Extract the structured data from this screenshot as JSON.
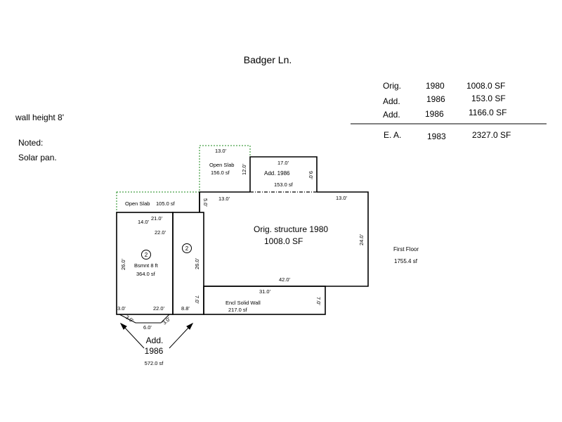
{
  "title": "Badger Ln.",
  "notes": {
    "wall_height": "wall height 8'",
    "noted": "Noted:",
    "solar": "Solar pan."
  },
  "summary": {
    "rows": [
      {
        "label": "Orig.",
        "year": "1980",
        "area": "1008.0 SF"
      },
      {
        "label": "Add.",
        "year": "1986",
        "area": "153.0 SF"
      },
      {
        "label": "Add.",
        "year": "1986",
        "area": "1166.0 SF"
      }
    ],
    "total": {
      "label": "E. A.",
      "year": "1983",
      "area": "2327.0 SF"
    }
  },
  "floor": {
    "name": "First Floor",
    "area": "1755.4 sf"
  },
  "areas": {
    "orig": {
      "label": "Orig. structure  1980",
      "area": "1008.0 SF",
      "dims": [
        "13.0'",
        "13.0'",
        "24.0'",
        "42.0'",
        "5.0'"
      ]
    },
    "add_top": {
      "label": "Add.  1986",
      "area": "153.0 sf",
      "dims": [
        "17.0'",
        "9.0'"
      ]
    },
    "slab_top": {
      "label": "Open Slab",
      "area": "156.0 sf",
      "dims": [
        "13.0'",
        "12.0'"
      ]
    },
    "slab_left": {
      "label": "Open Slab",
      "area": "105.0 sf"
    },
    "bsmnt": {
      "label": "Bsmnt 8 ft",
      "area": "364.0 sf",
      "badge": "2",
      "dims": [
        "14.0'",
        "21.0'",
        "22.0'",
        "26.0'",
        "3.0'",
        "22.0'"
      ]
    },
    "bsmnt2": {
      "badge": "2",
      "dims": [
        "26.0'",
        "7.0'",
        "8.8'"
      ]
    },
    "encl": {
      "label": "Encl Solid Wall",
      "area": "217.0 sf",
      "dims": [
        "31.0'",
        "7.0'"
      ]
    },
    "bay": {
      "dims": [
        "3.0'",
        "6.0'",
        "3.0'"
      ]
    },
    "add_bottom": {
      "label1": "Add.",
      "label2": "1986",
      "area": "572.0 sf"
    }
  }
}
